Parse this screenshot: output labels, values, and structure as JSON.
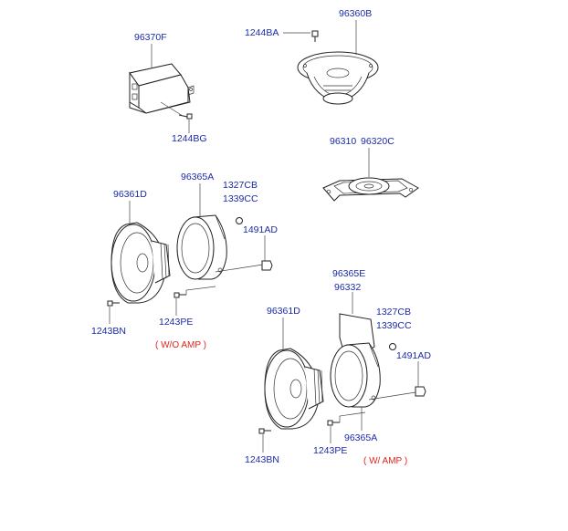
{
  "parts": {
    "amplifier": "96370F",
    "screw_amp": "1244BG",
    "screw_top": "1244BA",
    "speaker_top": "96360B",
    "tweeter_a": "96310",
    "tweeter_b": "96320C",
    "speaker_left": "96361D",
    "bracket_left": "96365A",
    "cb_left": "1327CB",
    "cc_left": "1339CC",
    "ad_left": "1491AD",
    "bn_left": "1243BN",
    "pe_left": "1243PE",
    "shield_e": "96365E",
    "shield_332": "96332",
    "speaker_right": "96361D",
    "cb_right": "1327CB",
    "cc_right": "1339CC",
    "ad_right": "1491AD",
    "bn_right": "1243BN",
    "pe_right": "1243PE",
    "bracket_right": "96365A"
  },
  "notes": {
    "without_amp": "( W/O  AMP )",
    "with_amp": "( W/ AMP )"
  }
}
